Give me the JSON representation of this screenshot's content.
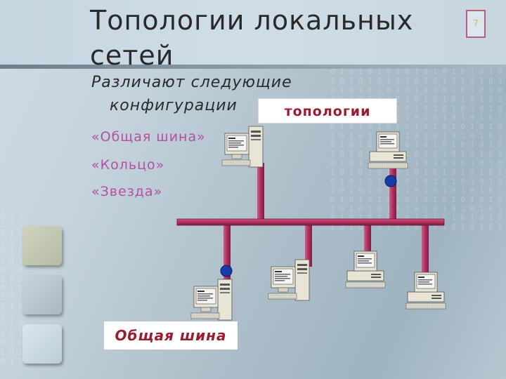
{
  "slide": {
    "title": "Топологии локальных сетей",
    "page_number": "7",
    "subtitle_line1": "Различают следующие",
    "subtitle_line2": "конфигурации",
    "items": [
      "«Общая шина»",
      "«Кольцо»",
      "«Звезда»"
    ],
    "badge_top": "топологии",
    "badge_bottom": "Общая шина"
  },
  "colors": {
    "bus_color": "#b0305e",
    "node_dot": "#1a3aa8",
    "item_text": "#b44fa3",
    "badge_text": "#9b1b30"
  },
  "diagram": {
    "type": "bus-topology",
    "icons": [
      "computer-icon",
      "computer-icon",
      "computer-icon",
      "computer-icon",
      "computer-icon",
      "computer-icon"
    ]
  }
}
